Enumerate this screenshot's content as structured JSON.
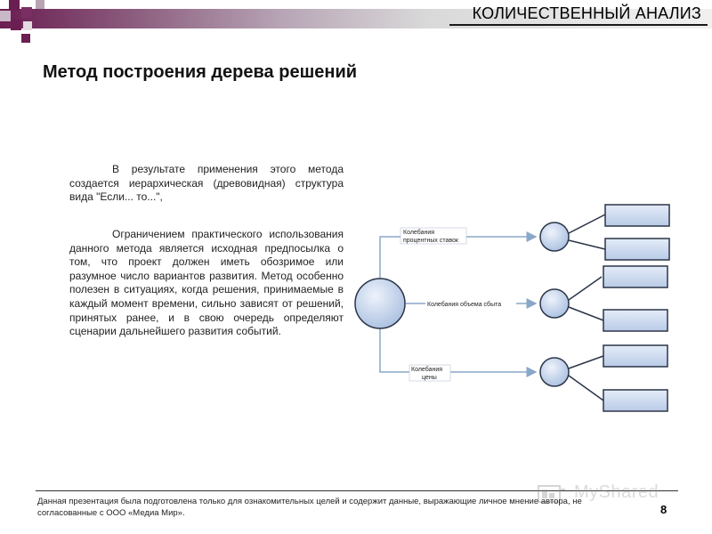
{
  "header": {
    "section_title": "КОЛИЧЕСТВЕННЫЙ АНАЛИЗ",
    "colors": {
      "accent": "#6b1e52",
      "node_fill": "#c9d6ec",
      "node_stroke": "#2b3548",
      "connector": "#8aa7c8"
    }
  },
  "slide": {
    "title": "Метод построения дерева решений",
    "paragraph1": "В результате применения этого метода создается иерархическая (древовидная) структура вида \"Если... то...\",",
    "paragraph2": "Ограничением практического использования данного метода является исходная предпосылка о том, что проект должен иметь обозримое или разумное число вариантов развития. Метод особенно полезен в ситуациях, когда решения, принимаемые в каждый момент времени, сильно зависят от решений, принятых ранее, и в свою очередь определяют сценарии дальнейшего развития событий."
  },
  "diagram": {
    "branches": [
      {
        "label_line1": "Колебания",
        "label_line2": "процентных ставок"
      },
      {
        "label_line1": "Колебания объема сбыта",
        "label_line2": ""
      },
      {
        "label_line1": "Колебания",
        "label_line2": "цены"
      }
    ]
  },
  "footer": {
    "disclaimer": "Данная презентация была подготовлена только для ознакомительных целей и содержит данные, выражающие личное мнение автора, не согласованные с ООО «Медиа Мир».",
    "page_number": "8",
    "watermark_text": "MyShared"
  }
}
